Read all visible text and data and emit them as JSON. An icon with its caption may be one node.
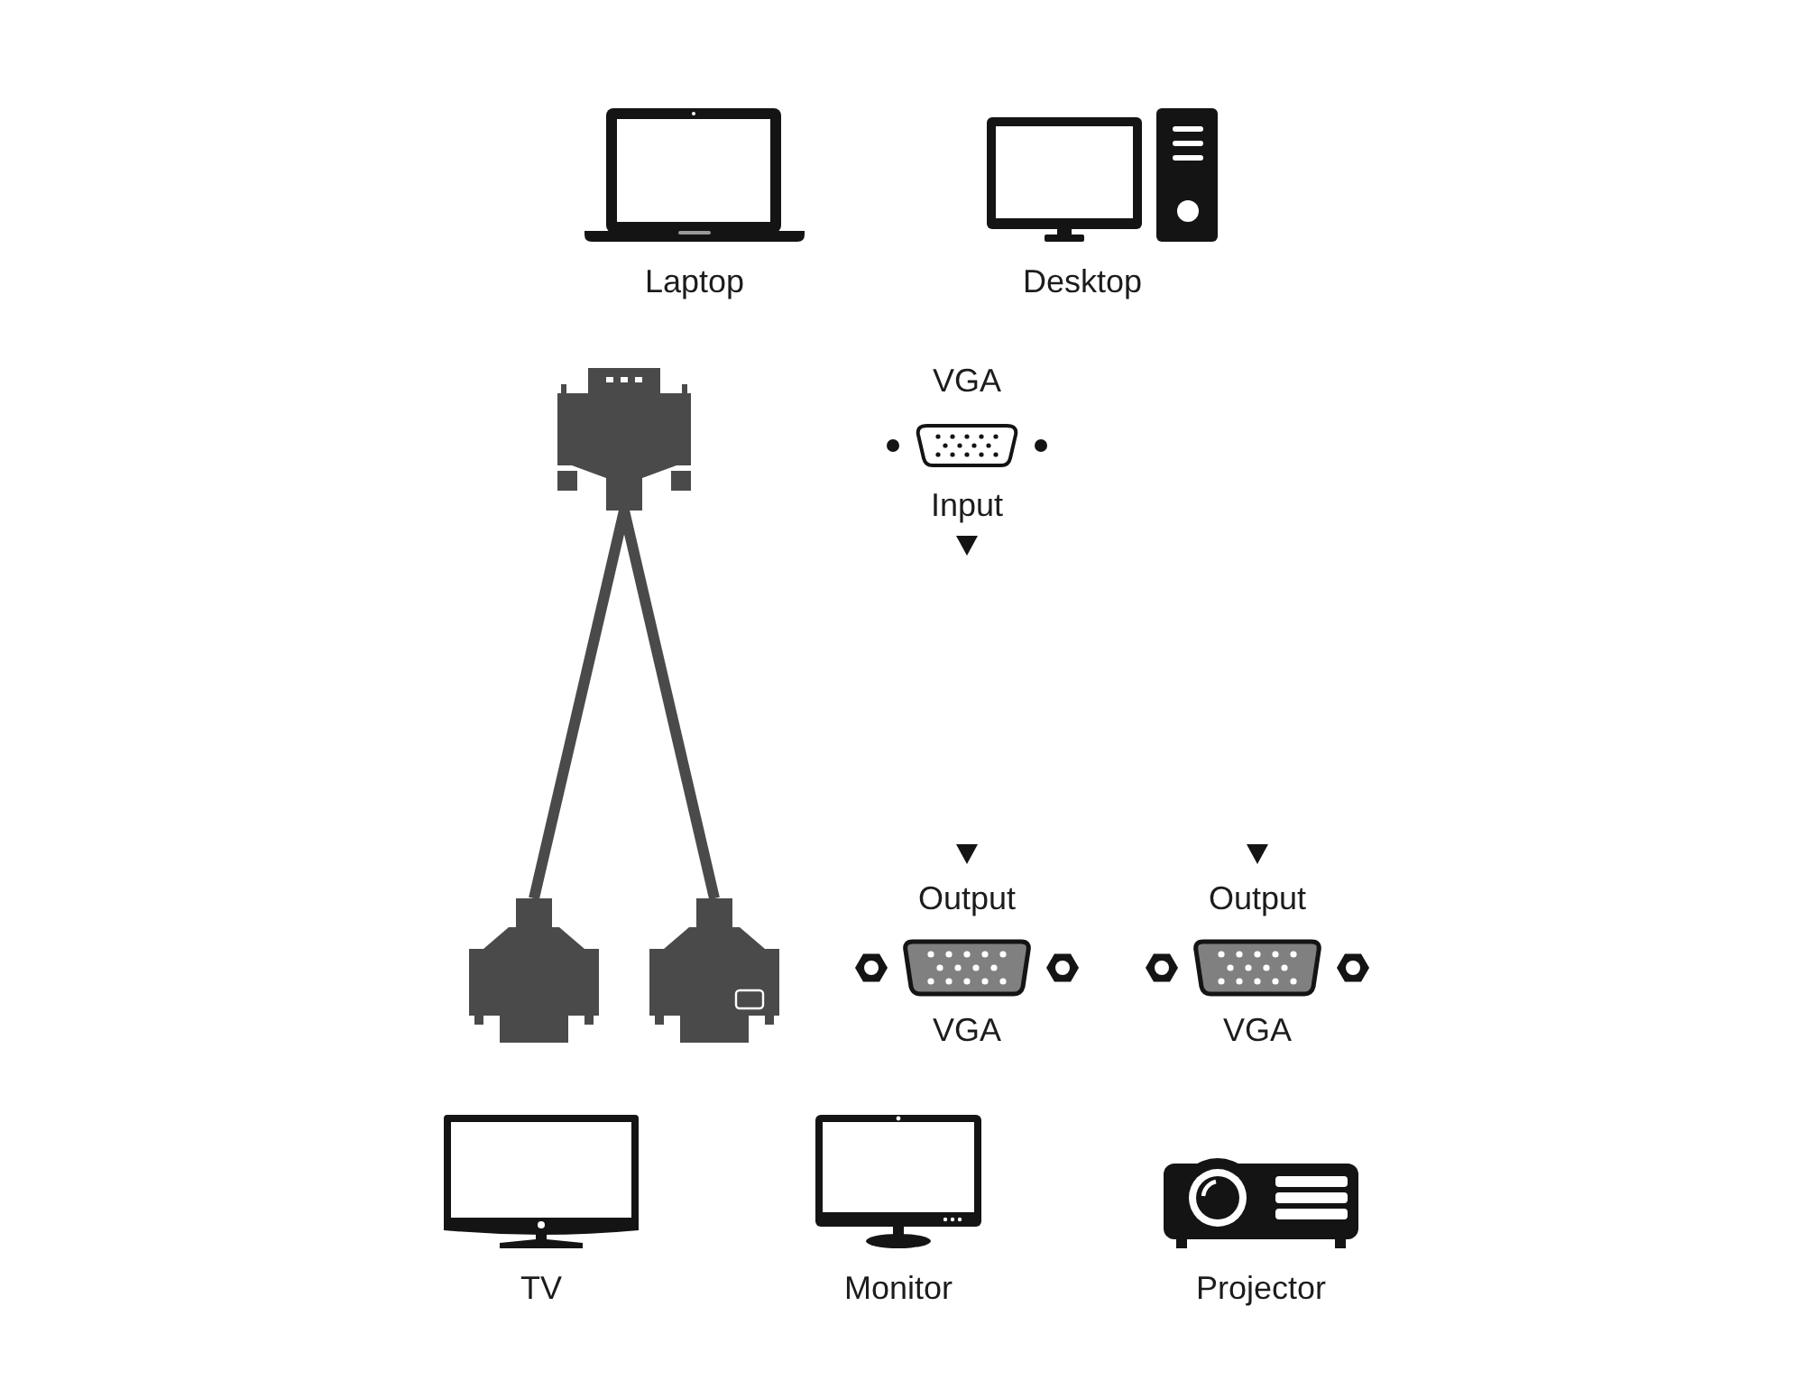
{
  "diagram": {
    "nodes": [
      {
        "text": [
          "Laptop"
        ]
      },
      {
        "text": [
          "Desktop"
        ]
      },
      {
        "text": [],
        "shape": "picture"
      },
      {
        "text": [
          "VGA",
          "Input"
        ]
      },
      {
        "text": [],
        "shape": "picture"
      },
      {
        "text": [],
        "shape": "picture"
      },
      {
        "text": [
          "Output",
          "VGA"
        ]
      },
      {
        "text": [
          "Output",
          "VGA"
        ]
      },
      {
        "text": [
          "TV"
        ]
      },
      {
        "text": [
          "Monitor"
        ]
      },
      {
        "text": [
          "Projector"
        ]
      }
    ],
    "edges": [
      {
        "from": 2,
        "to": 4,
        "arrow": "none"
      },
      {
        "from": 2,
        "to": 5,
        "arrow": "none"
      }
    ]
  }
}
